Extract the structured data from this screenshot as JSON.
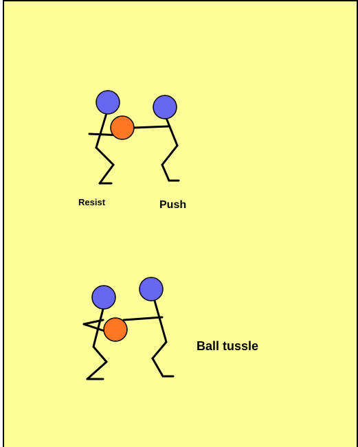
{
  "labels": {
    "resist": "Resist",
    "push": "Push",
    "ball_tussle": "Ball tussle"
  },
  "colors": {
    "background": "#ffff99",
    "head": "#6666ee",
    "ball": "#ff7722",
    "line": "#000000"
  }
}
